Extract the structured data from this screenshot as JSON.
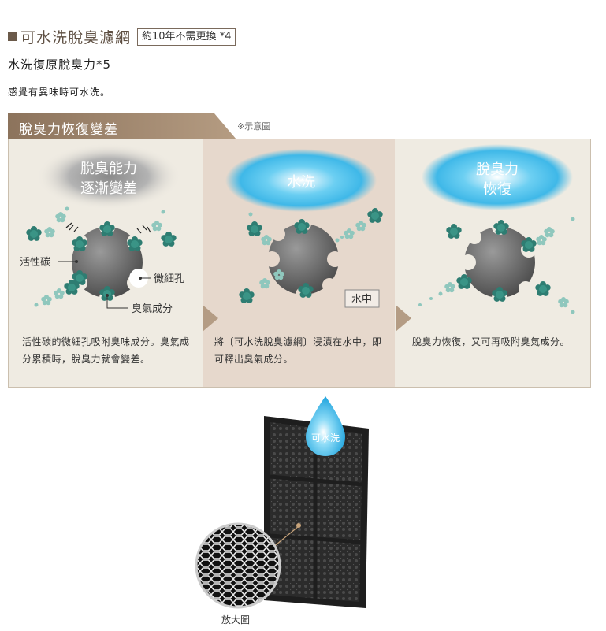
{
  "heading": {
    "title": "可水洗脫臭濾網",
    "badge": "約10年不需更換 *4"
  },
  "subhead": "水洗復原脫臭力*5",
  "intro": "感覺有異味時可水洗。",
  "banner": {
    "label": "脫臭力恢復變差",
    "note": "※示意圖"
  },
  "steps": [
    {
      "cloud_line1": "脫臭能力",
      "cloud_line2": "逐漸變差",
      "label_carbon": "活性碳",
      "label_pore": "微細孔",
      "label_odor": "臭氣成分",
      "description": "活性碳的微細孔吸附臭味成分。臭氣成分累積時，脫臭力就會變差。"
    },
    {
      "cloud_line1": "水洗",
      "label_water": "水中",
      "description": "將〔可水洗脫臭濾網〕浸漬在水中，即可釋出臭氣成分。"
    },
    {
      "cloud_line1": "脫臭力",
      "cloud_line2": "恢復",
      "description": "脫臭力恢復，又可再吸附臭氣成分。"
    }
  ],
  "filter": {
    "drop_label": "可水洗",
    "magnify_label": "放大圖"
  },
  "colors": {
    "heading_brown": "#5e4f42",
    "banner_brown": "#9a8068",
    "odor_teal": "#2e7d72",
    "water_blue": "#3fb8e8"
  }
}
